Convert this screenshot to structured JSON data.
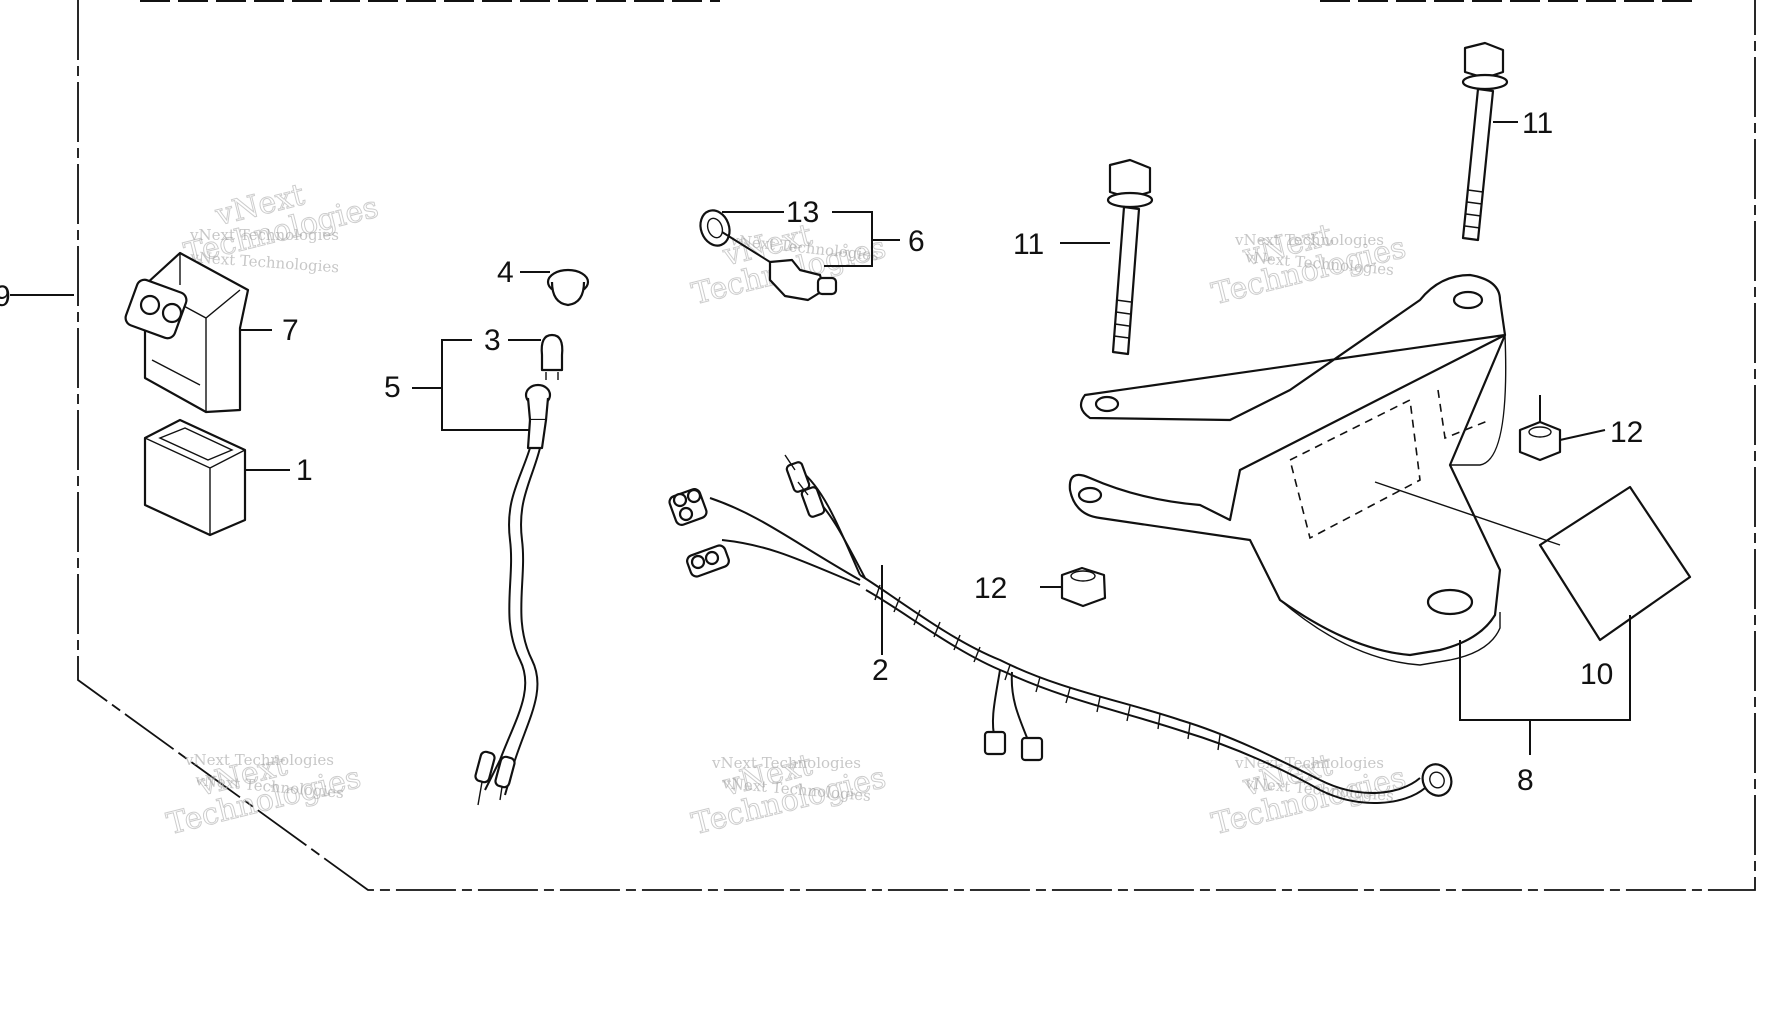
{
  "callouts": {
    "c1": "1",
    "c2": "2",
    "c3": "3",
    "c4": "4",
    "c5": "5",
    "c6": "6",
    "c7": "7",
    "c8": "8",
    "c9": "9",
    "c10": "10",
    "c11a": "11",
    "c11b": "11",
    "c12a": "12",
    "c12b": "12",
    "c13": "13"
  },
  "watermark": {
    "small": "vNext Technologies",
    "big_top": "vNext",
    "big_bottom": "Technologies"
  },
  "colors": {
    "line": "#111111",
    "background": "#ffffff",
    "watermark": "#b8b8b8"
  }
}
